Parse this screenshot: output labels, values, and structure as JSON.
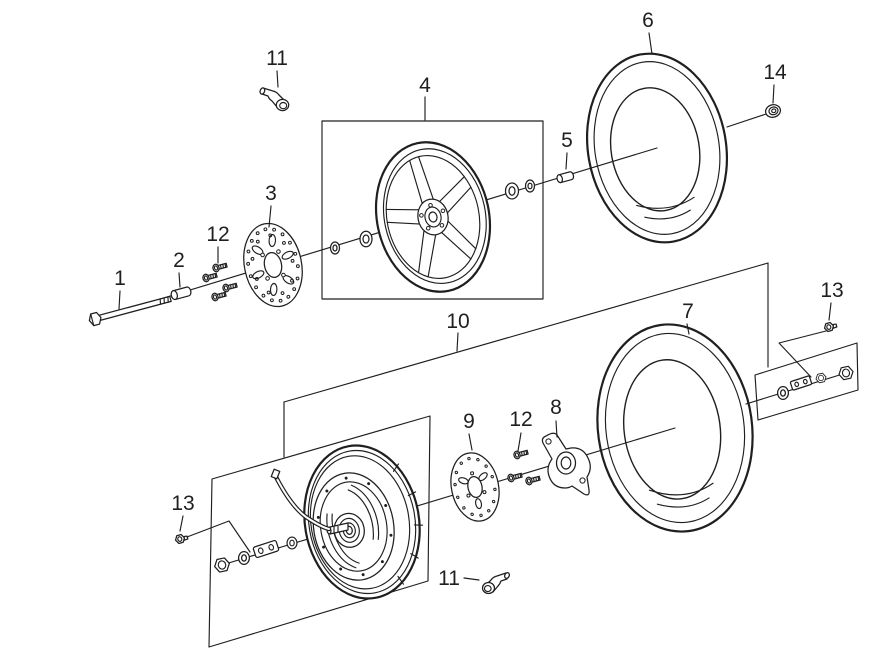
{
  "diagram": {
    "kind": "exploded-parts-diagram",
    "subject": "front and rear wheel assemblies",
    "background_color": "#ffffff",
    "line_color": "#1f1f1f",
    "callouts": {
      "axle_front": "1",
      "spacer_front": "2",
      "brake_disc_front": "3",
      "wheel_front": "4",
      "bushing_front": "5",
      "tire_front": "6",
      "tire_rear": "7",
      "bracket_rear": "8",
      "brake_disc_rear": "9",
      "wheel_group_rear": "10",
      "valve_front": "11",
      "valve_rear": "11",
      "disc_bolts_front": "12",
      "disc_bolts_rear": "12",
      "lock_nut_left": "13",
      "lock_nut_right": "13",
      "axle_nut_front": "14"
    }
  }
}
